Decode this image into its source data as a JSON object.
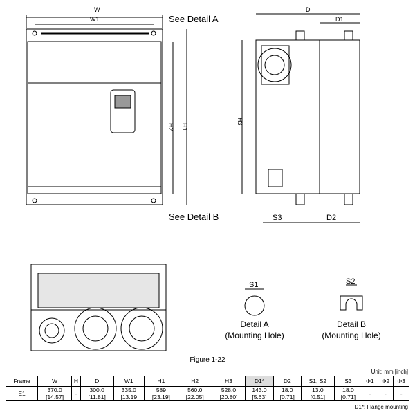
{
  "drawing": {
    "dims": {
      "w": "W",
      "w1": "W1",
      "h1": "H1",
      "h2": "H2",
      "h3": "H3",
      "d": "D",
      "d1": "D1",
      "s3": "S3",
      "d2": "D2",
      "s1": "S1",
      "s2": "S2"
    },
    "callout_a": "See Detail A",
    "callout_b": "See Detail B",
    "detail_a": {
      "title": "Detail A",
      "subtitle": "(Mounting Hole)"
    },
    "detail_b": {
      "title": "Detail B",
      "subtitle": "(Mounting Hole)"
    }
  },
  "figure_caption": "Figure 1-22",
  "unit": "Unit:  mm  [inch]",
  "table": {
    "headers": [
      "Frame",
      "W",
      "H",
      "D",
      "W1",
      "H1",
      "H2",
      "H3",
      "D1*",
      "D2",
      "S1, S2",
      "S3",
      "Φ1",
      "Φ2",
      "Φ3"
    ],
    "rows": [
      [
        {
          "v": "E1"
        },
        {
          "v": "370.0",
          "i": "[14.57]"
        },
        {
          "v": "-"
        },
        {
          "v": "300.0",
          "i": "[11.81]"
        },
        {
          "v": "335.0",
          "i": "[13.19"
        },
        {
          "v": "589",
          "i": "[23.19]"
        },
        {
          "v": "560.0",
          "i": "[22.05]"
        },
        {
          "v": "528.0",
          "i": "[20.80]"
        },
        {
          "v": "143.0",
          "i": "[5.63]"
        },
        {
          "v": "18.0",
          "i": "[0.71]"
        },
        {
          "v": "13.0",
          "i": "[0.51]"
        },
        {
          "v": "18.0",
          "i": "[0.71]"
        },
        {
          "v": "-"
        },
        {
          "v": "-"
        },
        {
          "v": "-"
        }
      ]
    ]
  },
  "footnote": "D1*: Flange mounting"
}
